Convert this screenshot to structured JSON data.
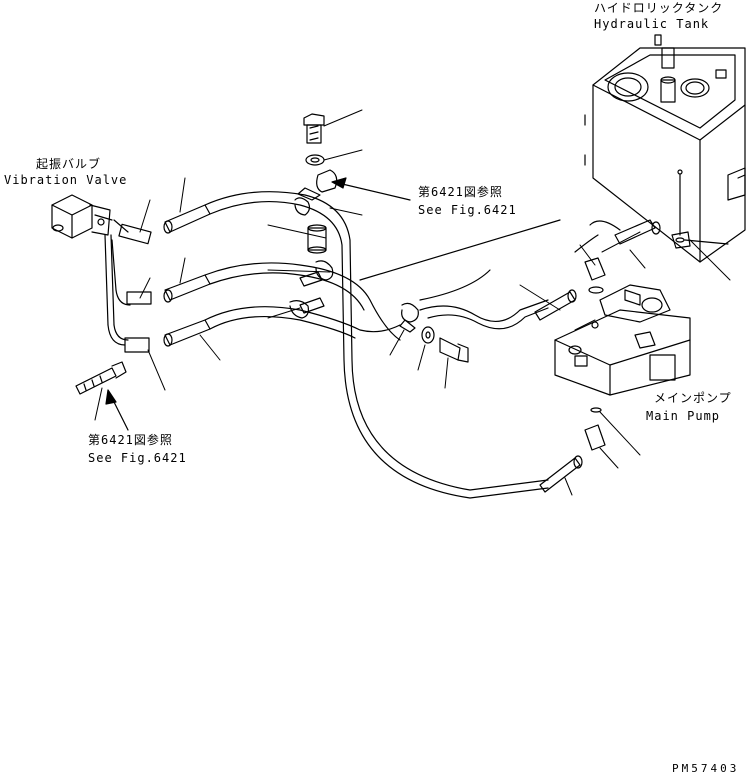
{
  "labels": {
    "hydraulic_tank_jp": "ハイドロリックタンク",
    "hydraulic_tank_en": "Hydraulic Tank",
    "vibration_valve_jp": "起振バルブ",
    "vibration_valve_en": "Vibration Valve",
    "main_pump_jp": "メインポンプ",
    "main_pump_en": "Main Pump",
    "see_fig_jp_1": "第6421図参照",
    "see_fig_en_1": "See Fig.6421",
    "see_fig_jp_2": "第6421図参照",
    "see_fig_en_2": "See Fig.6421",
    "drawing_code": "PM57403"
  }
}
